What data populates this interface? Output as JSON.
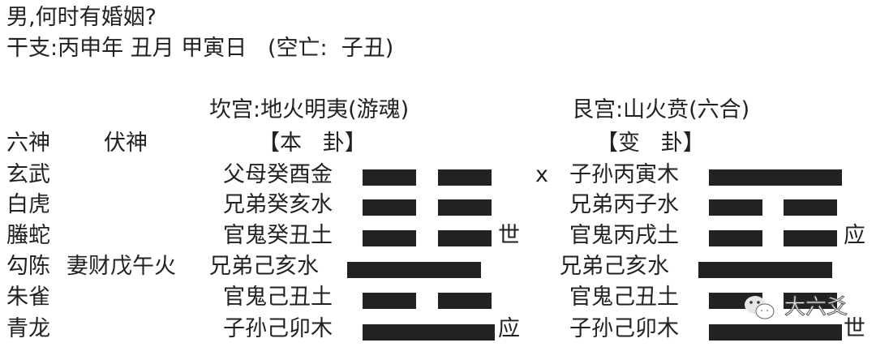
{
  "question": "男,何时有婚姻?",
  "ganzhi": "干支:丙申年 丑月 甲寅日   (空亡:  子丑)",
  "headers": {
    "liushen": "六神",
    "fushen": "伏神",
    "ben_gua_title": "坎宫:地火明夷(游魂)",
    "ben_gua_label": "【本   卦】",
    "bian_gua_title": "艮宫:山火贲(六合)",
    "bian_gua_label": "【变   卦】"
  },
  "rows": [
    {
      "liushen": "玄武",
      "fushen": "",
      "ben_yao": "父母癸酉金",
      "ben_line": "yin",
      "ben_mark": "",
      "moving": "x",
      "bian_yao": "子孙丙寅木",
      "bian_line": "yang",
      "bian_mark": ""
    },
    {
      "liushen": "白虎",
      "fushen": "",
      "ben_yao": "兄弟癸亥水",
      "ben_line": "yin",
      "ben_mark": "",
      "moving": "",
      "bian_yao": "兄弟丙子水",
      "bian_line": "yin",
      "bian_mark": ""
    },
    {
      "liushen": "螣蛇",
      "fushen": "",
      "ben_yao": "官鬼癸丑土",
      "ben_line": "yin",
      "ben_mark": "世",
      "moving": "",
      "bian_yao": "官鬼丙戌土",
      "bian_line": "yin",
      "bian_mark": "应"
    },
    {
      "liushen": "勾陈",
      "fushen": "妻财戊午火",
      "ben_yao": "兄弟己亥水",
      "ben_line": "yang",
      "ben_mark": "",
      "moving": "",
      "bian_yao": "兄弟己亥水",
      "bian_line": "yang",
      "bian_mark": ""
    },
    {
      "liushen": "朱雀",
      "fushen": "",
      "ben_yao": "官鬼己丑土",
      "ben_line": "yin",
      "ben_mark": "",
      "moving": "",
      "bian_yao": "官鬼己丑土",
      "bian_line": "yin",
      "bian_mark": ""
    },
    {
      "liushen": "青龙",
      "fushen": "",
      "ben_yao": "子孙己卯木",
      "ben_line": "yang",
      "ben_mark": "应",
      "moving": "",
      "bian_yao": "子孙己卯木",
      "bian_line": "yang",
      "bian_mark": "世"
    }
  ],
  "watermark": {
    "icon": "wechat-icon",
    "text": "大六爻"
  },
  "colors": {
    "ink": "#222222",
    "background": "#ffffff"
  }
}
